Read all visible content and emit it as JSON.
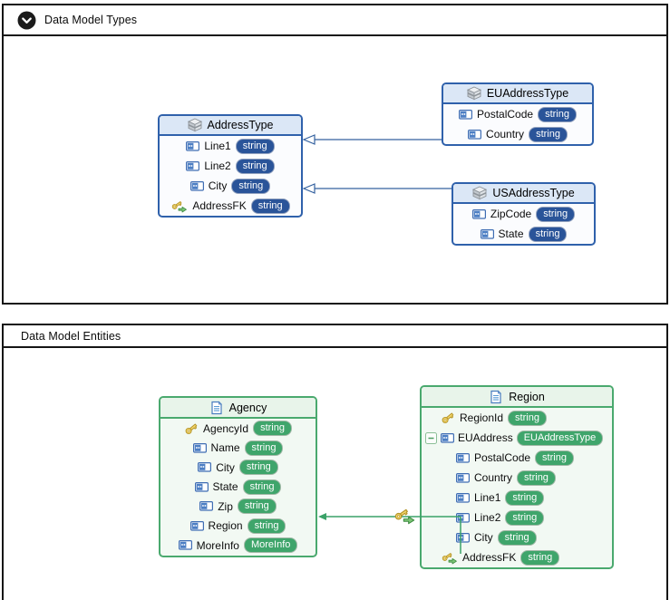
{
  "sections": {
    "types": {
      "title": "Data Model Types",
      "collapse_icon": "chevron-down-circle-icon",
      "boxes": {
        "addressType": {
          "title": "AddressType",
          "header_icon": "complex-type-icon",
          "fields": [
            {
              "icon": "property-icon",
              "name": "Line1",
              "type": "string"
            },
            {
              "icon": "property-icon",
              "name": "Line2",
              "type": "string"
            },
            {
              "icon": "property-icon",
              "name": "City",
              "type": "string"
            },
            {
              "icon": "foreign-key-icon",
              "name": "AddressFK",
              "type": "string"
            }
          ]
        },
        "euAddressType": {
          "title": "EUAddressType",
          "header_icon": "complex-type-icon",
          "fields": [
            {
              "icon": "property-icon",
              "name": "PostalCode",
              "type": "string"
            },
            {
              "icon": "property-icon",
              "name": "Country",
              "type": "string"
            }
          ]
        },
        "usAddressType": {
          "title": "USAddressType",
          "header_icon": "complex-type-icon",
          "fields": [
            {
              "icon": "property-icon",
              "name": "ZipCode",
              "type": "string"
            },
            {
              "icon": "property-icon",
              "name": "State",
              "type": "string"
            }
          ]
        }
      }
    },
    "entities": {
      "title": "Data Model Entities",
      "boxes": {
        "agency": {
          "title": "Agency",
          "header_icon": "entity-icon",
          "fields": [
            {
              "icon": "primary-key-icon",
              "name": "AgencyId",
              "type": "string"
            },
            {
              "icon": "property-icon",
              "name": "Name",
              "type": "string"
            },
            {
              "icon": "property-icon",
              "name": "City",
              "type": "string"
            },
            {
              "icon": "property-icon",
              "name": "State",
              "type": "string"
            },
            {
              "icon": "property-icon",
              "name": "Zip",
              "type": "string"
            },
            {
              "icon": "property-icon",
              "name": "Region",
              "type": "string"
            },
            {
              "icon": "property-icon",
              "name": "MoreInfo",
              "type": "MoreInfo"
            }
          ]
        },
        "region": {
          "title": "Region",
          "header_icon": "entity-icon",
          "fields": [
            {
              "icon": "primary-key-icon",
              "name": "RegionId",
              "type": "string"
            },
            {
              "icon": "property-icon",
              "collapse": true,
              "name": "EUAddress",
              "type": "EUAddressType"
            },
            {
              "icon": "property-icon",
              "nested": true,
              "name": "PostalCode",
              "type": "string"
            },
            {
              "icon": "property-icon",
              "nested": true,
              "name": "Country",
              "type": "string"
            },
            {
              "icon": "property-icon",
              "nested": true,
              "name": "Line1",
              "type": "string"
            },
            {
              "icon": "property-icon",
              "nested": true,
              "name": "Line2",
              "type": "string"
            },
            {
              "icon": "property-icon",
              "nested": true,
              "name": "City",
              "type": "string"
            },
            {
              "icon": "foreign-key-icon",
              "name": "AddressFK",
              "type": "string"
            }
          ]
        }
      }
    }
  },
  "connectors": {
    "inheritance": [
      {
        "from": "EUAddressType",
        "to": "AddressType",
        "style": "hollow-triangle"
      },
      {
        "from": "USAddressType",
        "to": "AddressType",
        "style": "hollow-triangle"
      }
    ],
    "associations": [
      {
        "from": "Region.AddressFK",
        "to": "Agency.Region",
        "style": "solid-arrow",
        "line_icon": "foreign-key-icon"
      }
    ]
  },
  "colors": {
    "panel_border": "#161616",
    "type_accent": "#2f61ab",
    "type_badge": "#2a5499",
    "type_line": "#34619f",
    "entity_accent": "#4aa96e",
    "entity_badge": "#3fa56b",
    "entity_line": "#3aa268"
  }
}
